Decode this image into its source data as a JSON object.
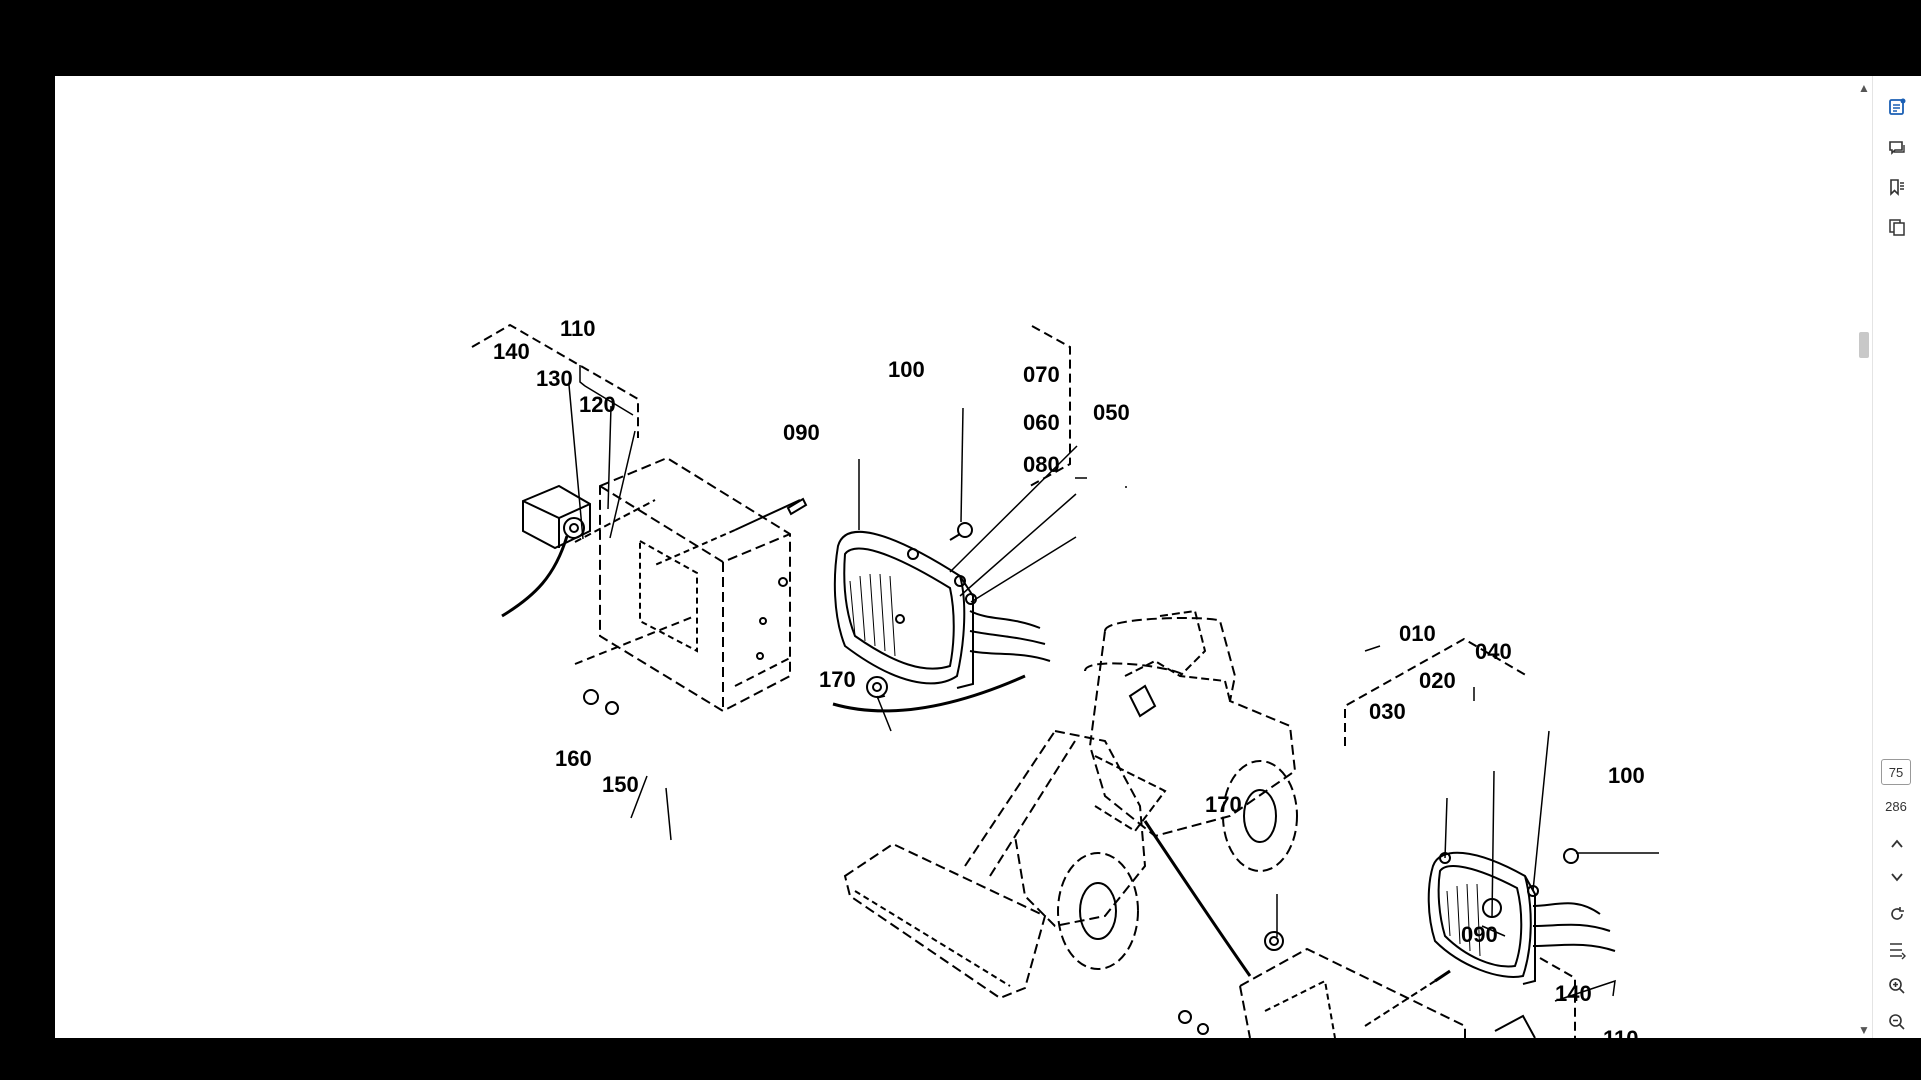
{
  "diagram": {
    "part_labels": {
      "l110_a": "110",
      "l140_a": "140",
      "l130": "130",
      "l120": "120",
      "l100_a": "100",
      "l090_a": "090",
      "l070": "070",
      "l060": "060",
      "l080": "080",
      "l050": "050",
      "l170_a": "170",
      "l160": "160",
      "l150": "150",
      "l010": "010",
      "l020": "020",
      "l040": "040",
      "l030": "030",
      "l100_b": "100",
      "l170_b": "170",
      "l090_b": "090",
      "l140_b": "140",
      "l110_b": "110"
    }
  },
  "toolbar": {
    "icons": [
      "page-info-icon",
      "comments-icon",
      "bookmarks-icon",
      "pages-icon",
      "prev-page-icon",
      "next-page-icon",
      "rotate-icon",
      "fit-page-icon",
      "zoom-in-icon",
      "zoom-out-icon"
    ],
    "current_page": "75",
    "total_pages": "286"
  },
  "colors": {
    "accent": "#1a5fb4",
    "background": "#000000"
  }
}
